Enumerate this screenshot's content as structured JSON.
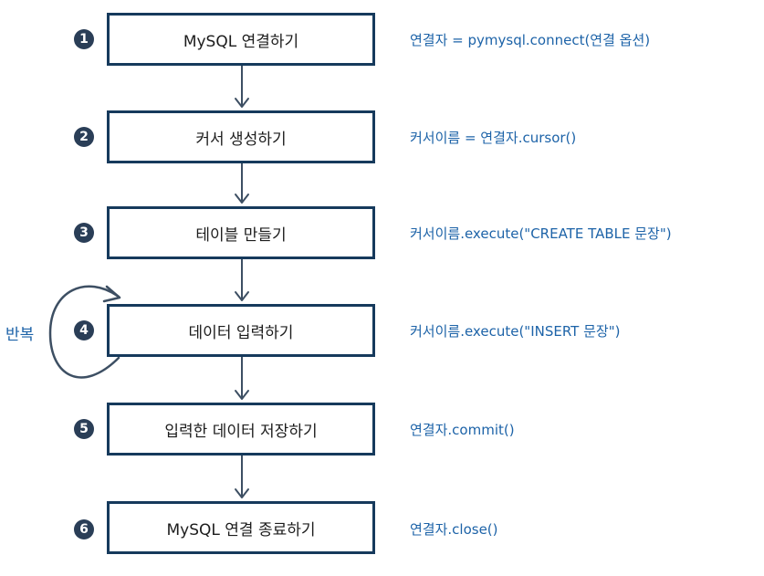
{
  "steps": [
    {
      "num": "1",
      "label": "MySQL 연결하기",
      "code": "연결자 = pymysql.connect(연결 옵션)"
    },
    {
      "num": "2",
      "label": "커서 생성하기",
      "code": "커서이름 = 연결자.cursor()"
    },
    {
      "num": "3",
      "label": "테이블 만들기",
      "code": "커서이름.execute(\"CREATE TABLE 문장\")"
    },
    {
      "num": "4",
      "label": "데이터 입력하기",
      "code": "커서이름.execute(\"INSERT 문장\")"
    },
    {
      "num": "5",
      "label": "입력한 데이터 저장하기",
      "code": "연결자.commit()"
    },
    {
      "num": "6",
      "label": "MySQL 연결 종료하기",
      "code": "연결자.close()"
    }
  ],
  "repeat_label": "반복",
  "colors": {
    "box_border": "#163a5c",
    "badge": "#2a3e57",
    "code_text": "#1d63a8",
    "arrow": "#3d4f63"
  }
}
